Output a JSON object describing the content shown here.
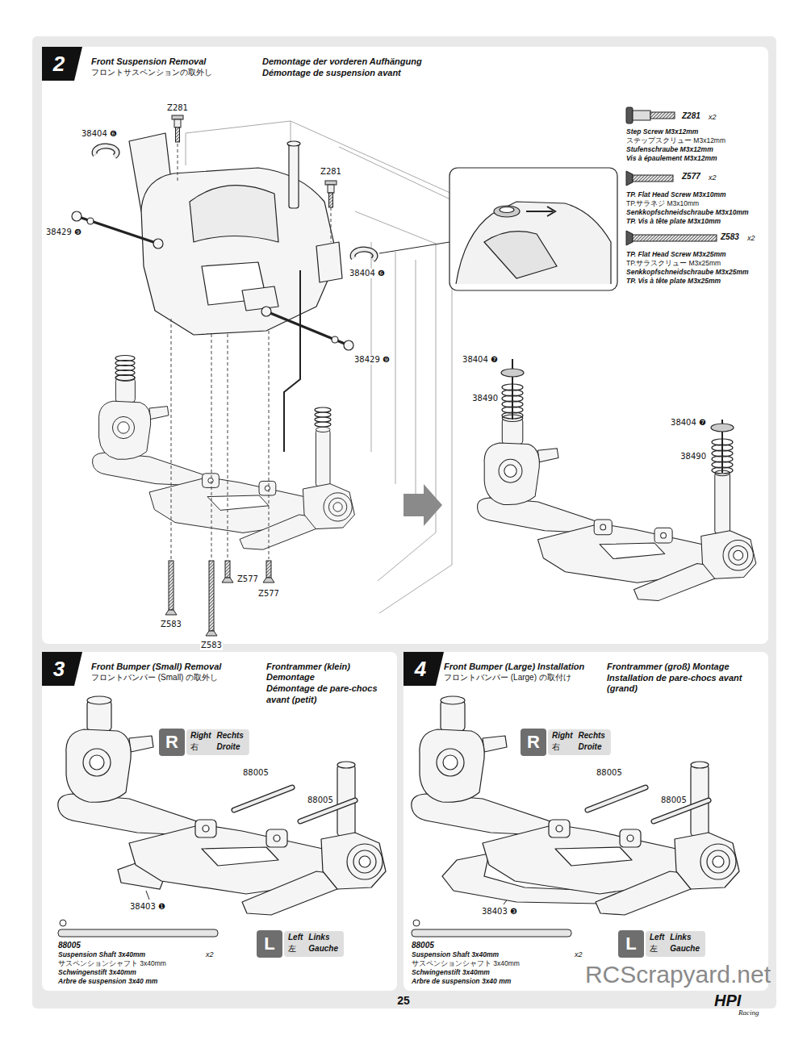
{
  "diagram": {
    "nodes": [
      {
        "text": [
          "Front Suspension Removal",
          "フロントサスペンションの取外し",
          "Demontage der vorderen Aufhängung",
          "Démontage de suspension avant"
        ]
      },
      {
        "text": [
          "2"
        ],
        "in": 0
      },
      {
        "text": [
          "Front Bumper (Small) Removal",
          "フロントバンパー (Small) の取外し",
          "Frontrammer (klein) Demontage",
          "Démontage de pare-chocs avant (petit)"
        ]
      },
      {
        "text": [
          "3"
        ],
        "in": 2
      },
      {
        "text": [
          "R",
          "Right",
          "Rechts",
          "右",
          "Droite"
        ],
        "in": 2
      },
      {
        "text": [
          "L",
          "Left",
          "Links",
          "左",
          "Gauche"
        ],
        "in": 2
      },
      {
        "text": [
          "Front Bumper (Large) Installation",
          "フロントバンパー (Large) の取付け",
          "Frontrammer (groß) Montage",
          "Installation de pare-chocs avant (grand)"
        ]
      },
      {
        "text": [
          "4"
        ],
        "in": 6
      },
      {
        "text": [
          "R",
          "Right",
          "Rechts",
          "右",
          "Droite"
        ],
        "in": 6
      },
      {
        "text": [
          "L",
          "Left",
          "Links",
          "左",
          "Gauche"
        ],
        "in": 6
      }
    ],
    "labels": [
      "Z281",
      "38404 ❻",
      "38429 ❾",
      "Z281",
      "38404 ❻",
      "38429 ❾",
      "Z577",
      "Z583",
      "Z583",
      "Z577",
      "38404 ❼",
      "38490",
      "38404 ❼",
      "38490",
      "Z281",
      "x2",
      "Step Screw M3x12mm",
      "ステップスクリュー M3x12mm",
      "Stufenschraube M3x12mm",
      "Vis à épaulement M3x12mm",
      "Z577",
      "x2",
      "TP. Flat Head Screw M3x10mm",
      "TP.サラネジ M3x10mm",
      "Senkkopfschneidschraube M3x10mm",
      "TP. Vis à tête plate M3x10mm",
      "Z583",
      "x2",
      "TP. Flat Head Screw M3x25mm",
      "TP.サラスクリュー M3x25mm",
      "Senkkopfschneidschraube M3x25mm",
      "TP. Vis à tête plate M3x25mm",
      "88005",
      "88005",
      "38403 ❶",
      "88005",
      "x2",
      "Suspension Shaft 3x40mm",
      "サスペンションシャフト 3x40mm",
      "Schwingenstift 3x40mm",
      "Arbre de suspension 3x40 mm",
      "88005",
      "88005",
      "38403 ❸",
      "88005",
      "x2",
      "Suspension Shaft 3x40mm",
      "サスペンションシャフト 3x40mm",
      "Schwingenstift 3x40mm",
      "Arbre de suspension 3x40 mm",
      "25",
      "RCScrapyard.net",
      "HPI",
      "Racing"
    ]
  }
}
